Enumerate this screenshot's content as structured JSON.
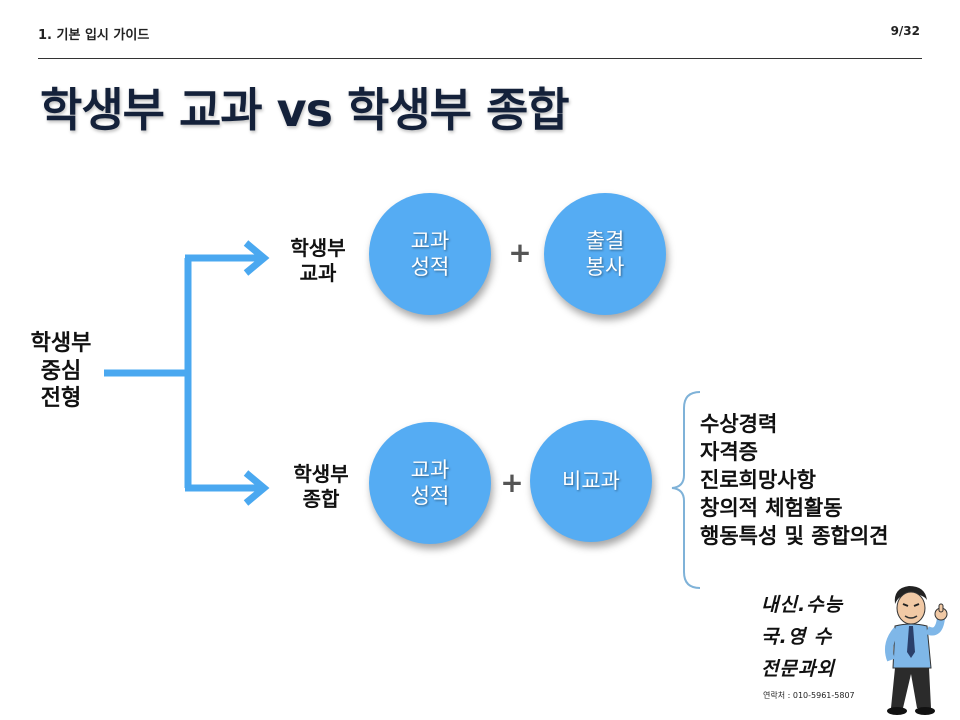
{
  "header": {
    "section": "1. 기본 입시 가이드",
    "page": "9/32"
  },
  "title": "학생부 교과 vs 학생부 종합",
  "diagram": {
    "root": "학생부\n중심\n전형",
    "branches": [
      {
        "label": "학생부\n교과",
        "circles": [
          "교과\n성적",
          "출결\n봉사"
        ],
        "plus": "+"
      },
      {
        "label": "학생부\n종합",
        "circles": [
          "교과\n성적",
          "비교과"
        ],
        "plus": "+",
        "details": [
          "수상경력",
          "자격증",
          "진로희망사항",
          "창의적 체험활동",
          "행동특성 및 종합의견"
        ]
      }
    ],
    "colors": {
      "arrow": "#4aa8f0",
      "circle": "#55acf3",
      "brace": "#7fb2d8"
    }
  },
  "promo": {
    "line1": "내신.수능",
    "line2": "국.영 수",
    "line3": "전문과외",
    "contact": "연락처 : 010-5961-5807"
  }
}
